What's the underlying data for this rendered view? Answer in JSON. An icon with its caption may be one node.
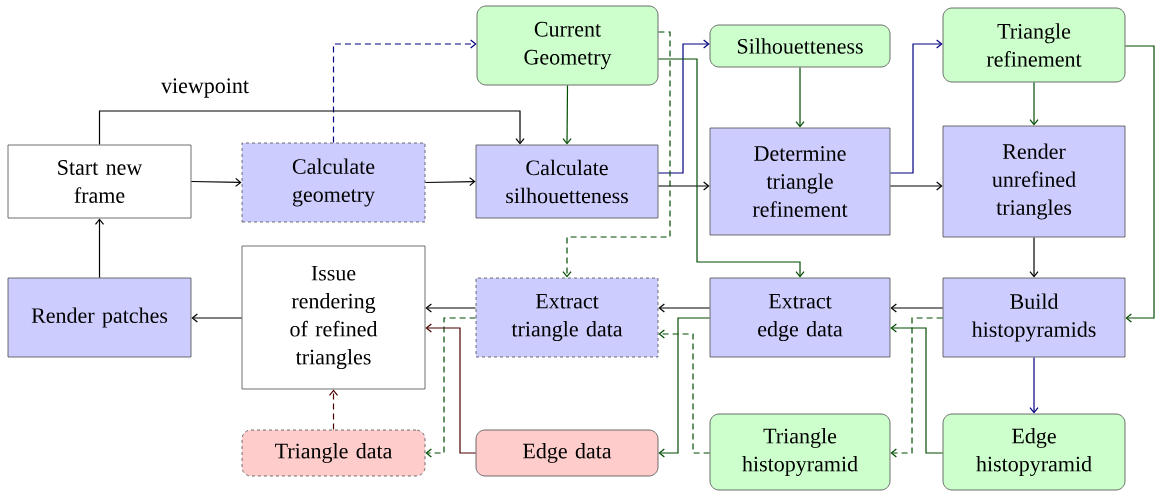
{
  "diagram": {
    "nodes": [
      {
        "text": [
          "Current Geometry"
        ]
      },
      {
        "text": [
          "Silhouetteness"
        ]
      },
      {
        "text": [
          "Triangle refinement"
        ]
      },
      {
        "text": [
          "Start new frame"
        ]
      },
      {
        "text": [
          "Calculate geometry"
        ]
      },
      {
        "text": [
          "Calculate silhouetteness"
        ]
      },
      {
        "text": [
          "Determine triangle refinement"
        ]
      },
      {
        "text": [
          "Render unrefined triangles"
        ]
      },
      {
        "text": [
          "Render patches"
        ]
      },
      {
        "text": [
          "Issue rendering of refined triangles"
        ]
      },
      {
        "text": [
          "Extract triangle data"
        ]
      },
      {
        "text": [
          "Extract edge data"
        ]
      },
      {
        "text": [
          "Build histopyramids"
        ]
      },
      {
        "text": [
          "Triangle data"
        ]
      },
      {
        "text": [
          "Edge data"
        ]
      },
      {
        "text": [
          "Triangle histopyramid"
        ]
      },
      {
        "text": [
          "Edge histopyramid"
        ]
      }
    ],
    "edges": [
      {
        "from": 3,
        "to": 4,
        "arrow": "to"
      },
      {
        "from": 4,
        "to": 0,
        "arrow": "to",
        "style": "dashed",
        "color": "#000080"
      },
      {
        "from": 3,
        "to": 5,
        "arrow": "to",
        "label": "viewpoint"
      },
      {
        "from": 4,
        "to": 5,
        "arrow": "to"
      },
      {
        "from": 0,
        "to": 5,
        "arrow": "to",
        "color": "#004d00"
      },
      {
        "from": 5,
        "to": 1,
        "arrow": "to",
        "color": "#000080"
      },
      {
        "from": 5,
        "to": 6,
        "arrow": "to"
      },
      {
        "from": 0,
        "to": 11,
        "arrow": "to",
        "color": "#004d00"
      },
      {
        "from": 0,
        "to": 10,
        "arrow": "to",
        "style": "dashed",
        "color": "#004d00"
      },
      {
        "from": 1,
        "to": 6,
        "arrow": "to",
        "color": "#004d00"
      },
      {
        "from": 6,
        "to": 2,
        "arrow": "to",
        "color": "#000080"
      },
      {
        "from": 6,
        "to": 7,
        "arrow": "to"
      },
      {
        "from": 2,
        "to": 7,
        "arrow": "to",
        "color": "#004d00"
      },
      {
        "from": 2,
        "to": 12,
        "arrow": "to",
        "color": "#004d00"
      },
      {
        "from": 7,
        "to": 12,
        "arrow": "to"
      },
      {
        "from": 12,
        "to": 11,
        "arrow": "to"
      },
      {
        "from": 12,
        "to": 15,
        "arrow": "to",
        "style": "dashed",
        "color": "#004d00"
      },
      {
        "from": 16,
        "to": 11,
        "arrow": "to",
        "color": "#004d00"
      },
      {
        "from": 12,
        "to": 16,
        "arrow": "to",
        "color": "#000080"
      },
      {
        "from": 11,
        "to": 10,
        "arrow": "to"
      },
      {
        "from": 11,
        "to": 14,
        "arrow": "to",
        "color": "#004d00"
      },
      {
        "from": 15,
        "to": 10,
        "arrow": "to",
        "style": "dashed",
        "color": "#004d00"
      },
      {
        "from": 10,
        "to": 9,
        "arrow": "to"
      },
      {
        "from": 10,
        "to": 13,
        "arrow": "to",
        "style": "dashed",
        "color": "#004d00"
      },
      {
        "from": 14,
        "to": 9,
        "arrow": "to",
        "color": "#4d0000"
      },
      {
        "from": 13,
        "to": 9,
        "arrow": "to",
        "style": "dashed",
        "color": "#4d0000"
      },
      {
        "from": 9,
        "to": 8,
        "arrow": "to"
      },
      {
        "from": 8,
        "to": 3,
        "arrow": "to"
      }
    ]
  }
}
